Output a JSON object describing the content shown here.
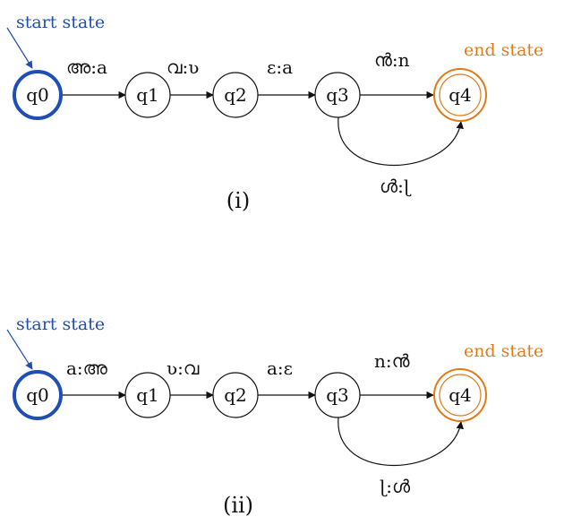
{
  "colors": {
    "start": "#1f4fb6",
    "end": "#e07b1a",
    "edge": "#111111",
    "node": "#111111"
  },
  "annotations": {
    "start_state": "start state",
    "end_state": "end state"
  },
  "diagrams": [
    {
      "caption": "(i)",
      "states": [
        "q0",
        "q1",
        "q2",
        "q3",
        "q4"
      ],
      "start": "q0",
      "accept": "q4",
      "transitions": [
        {
          "from": "q0",
          "to": "q1",
          "label": "അ:a"
        },
        {
          "from": "q1",
          "to": "q2",
          "label": "വ:ʋ"
        },
        {
          "from": "q2",
          "to": "q3",
          "label": "ɛ:a"
        },
        {
          "from": "q3",
          "to": "q4",
          "label": "ൻ:n"
        },
        {
          "from": "q3",
          "to": "q4",
          "label": "ൾ:ɭ"
        }
      ]
    },
    {
      "caption": "(ii)",
      "states": [
        "q0",
        "q1",
        "q2",
        "q3",
        "q4"
      ],
      "start": "q0",
      "accept": "q4",
      "transitions": [
        {
          "from": "q0",
          "to": "q1",
          "label": "a:അ"
        },
        {
          "from": "q1",
          "to": "q2",
          "label": "ʋ:വ"
        },
        {
          "from": "q2",
          "to": "q3",
          "label": "a:ɛ"
        },
        {
          "from": "q3",
          "to": "q4",
          "label": "n:ൻ"
        },
        {
          "from": "q3",
          "to": "q4",
          "label": "ɭ:ൾ"
        }
      ]
    }
  ]
}
